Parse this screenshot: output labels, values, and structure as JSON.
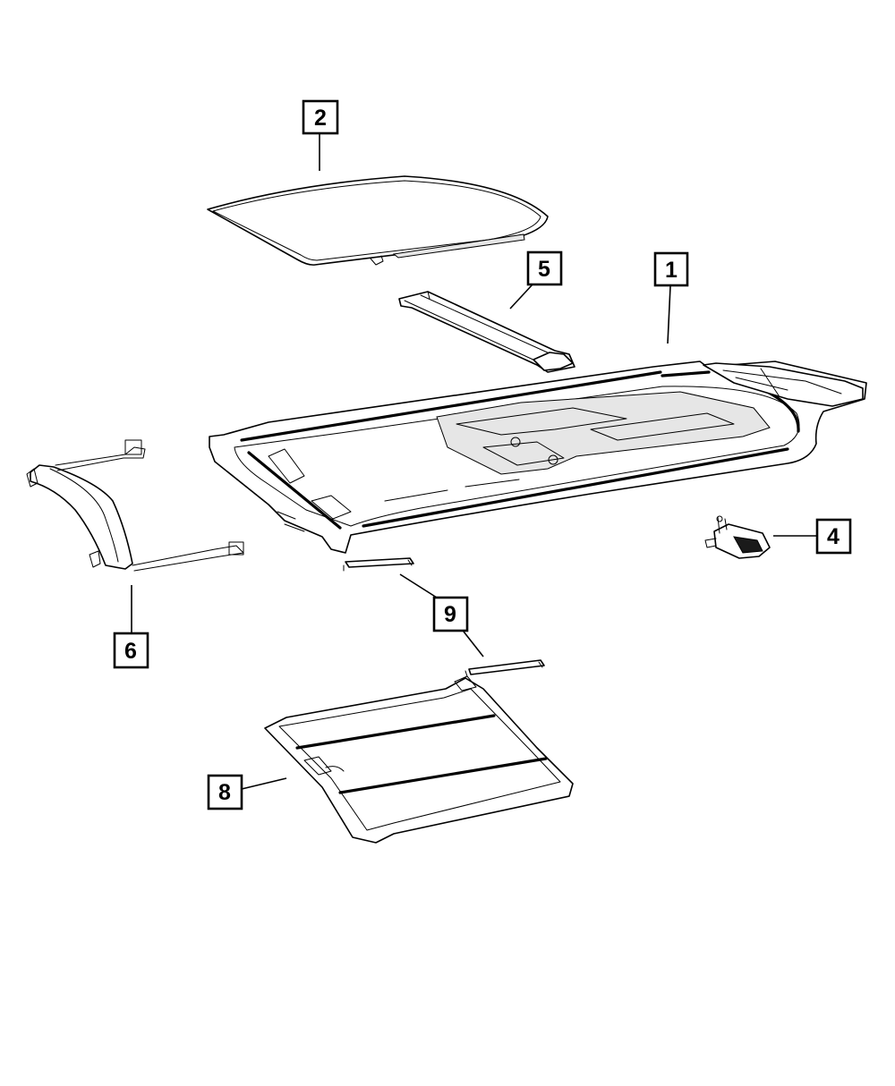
{
  "diagram": {
    "callouts": [
      {
        "id": "c1",
        "label": "1"
      },
      {
        "id": "c2",
        "label": "2"
      },
      {
        "id": "c4",
        "label": "4"
      },
      {
        "id": "c5",
        "label": "5"
      },
      {
        "id": "c6",
        "label": "6"
      },
      {
        "id": "c8",
        "label": "8"
      },
      {
        "id": "c9",
        "label": "9"
      }
    ]
  }
}
